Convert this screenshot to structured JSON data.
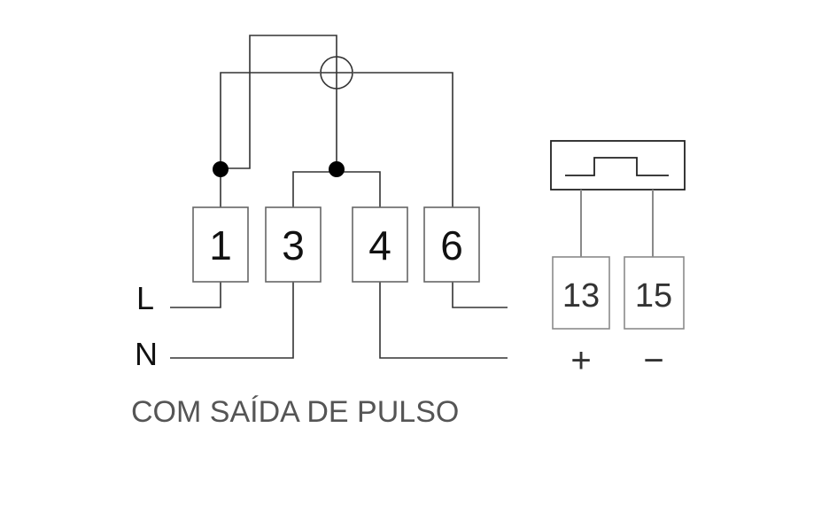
{
  "terminals": [
    {
      "label": "1"
    },
    {
      "label": "3"
    },
    {
      "label": "4"
    },
    {
      "label": "6"
    }
  ],
  "pulse_terminals": [
    {
      "label": "13"
    },
    {
      "label": "15"
    }
  ],
  "pulse_signs": {
    "plus": "+",
    "minus": "−"
  },
  "lines": {
    "l": "L",
    "n": "N"
  },
  "caption": "COM SAÍDA DE PULSO",
  "colors": {
    "wire": "#333333",
    "pulse_wire": "#8a8a8a",
    "caption": "#555555"
  }
}
